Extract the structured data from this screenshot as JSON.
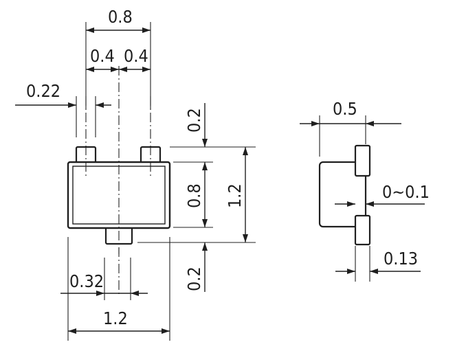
{
  "labels": {
    "top_overall_width": "0.8",
    "top_left_half": "0.4",
    "top_right_half": "0.4",
    "lead_width": "0.22",
    "upper_lead_height": "0.2",
    "body_height": "0.8",
    "overall_height": "1.2",
    "lower_lead_height": "0.2",
    "bottom_lead_offset": "0.32",
    "bottom_overall_width": "1.2",
    "side_thickness": "0.5",
    "side_standoff": "0~0.1",
    "side_lead_thickness": "0.13"
  }
}
